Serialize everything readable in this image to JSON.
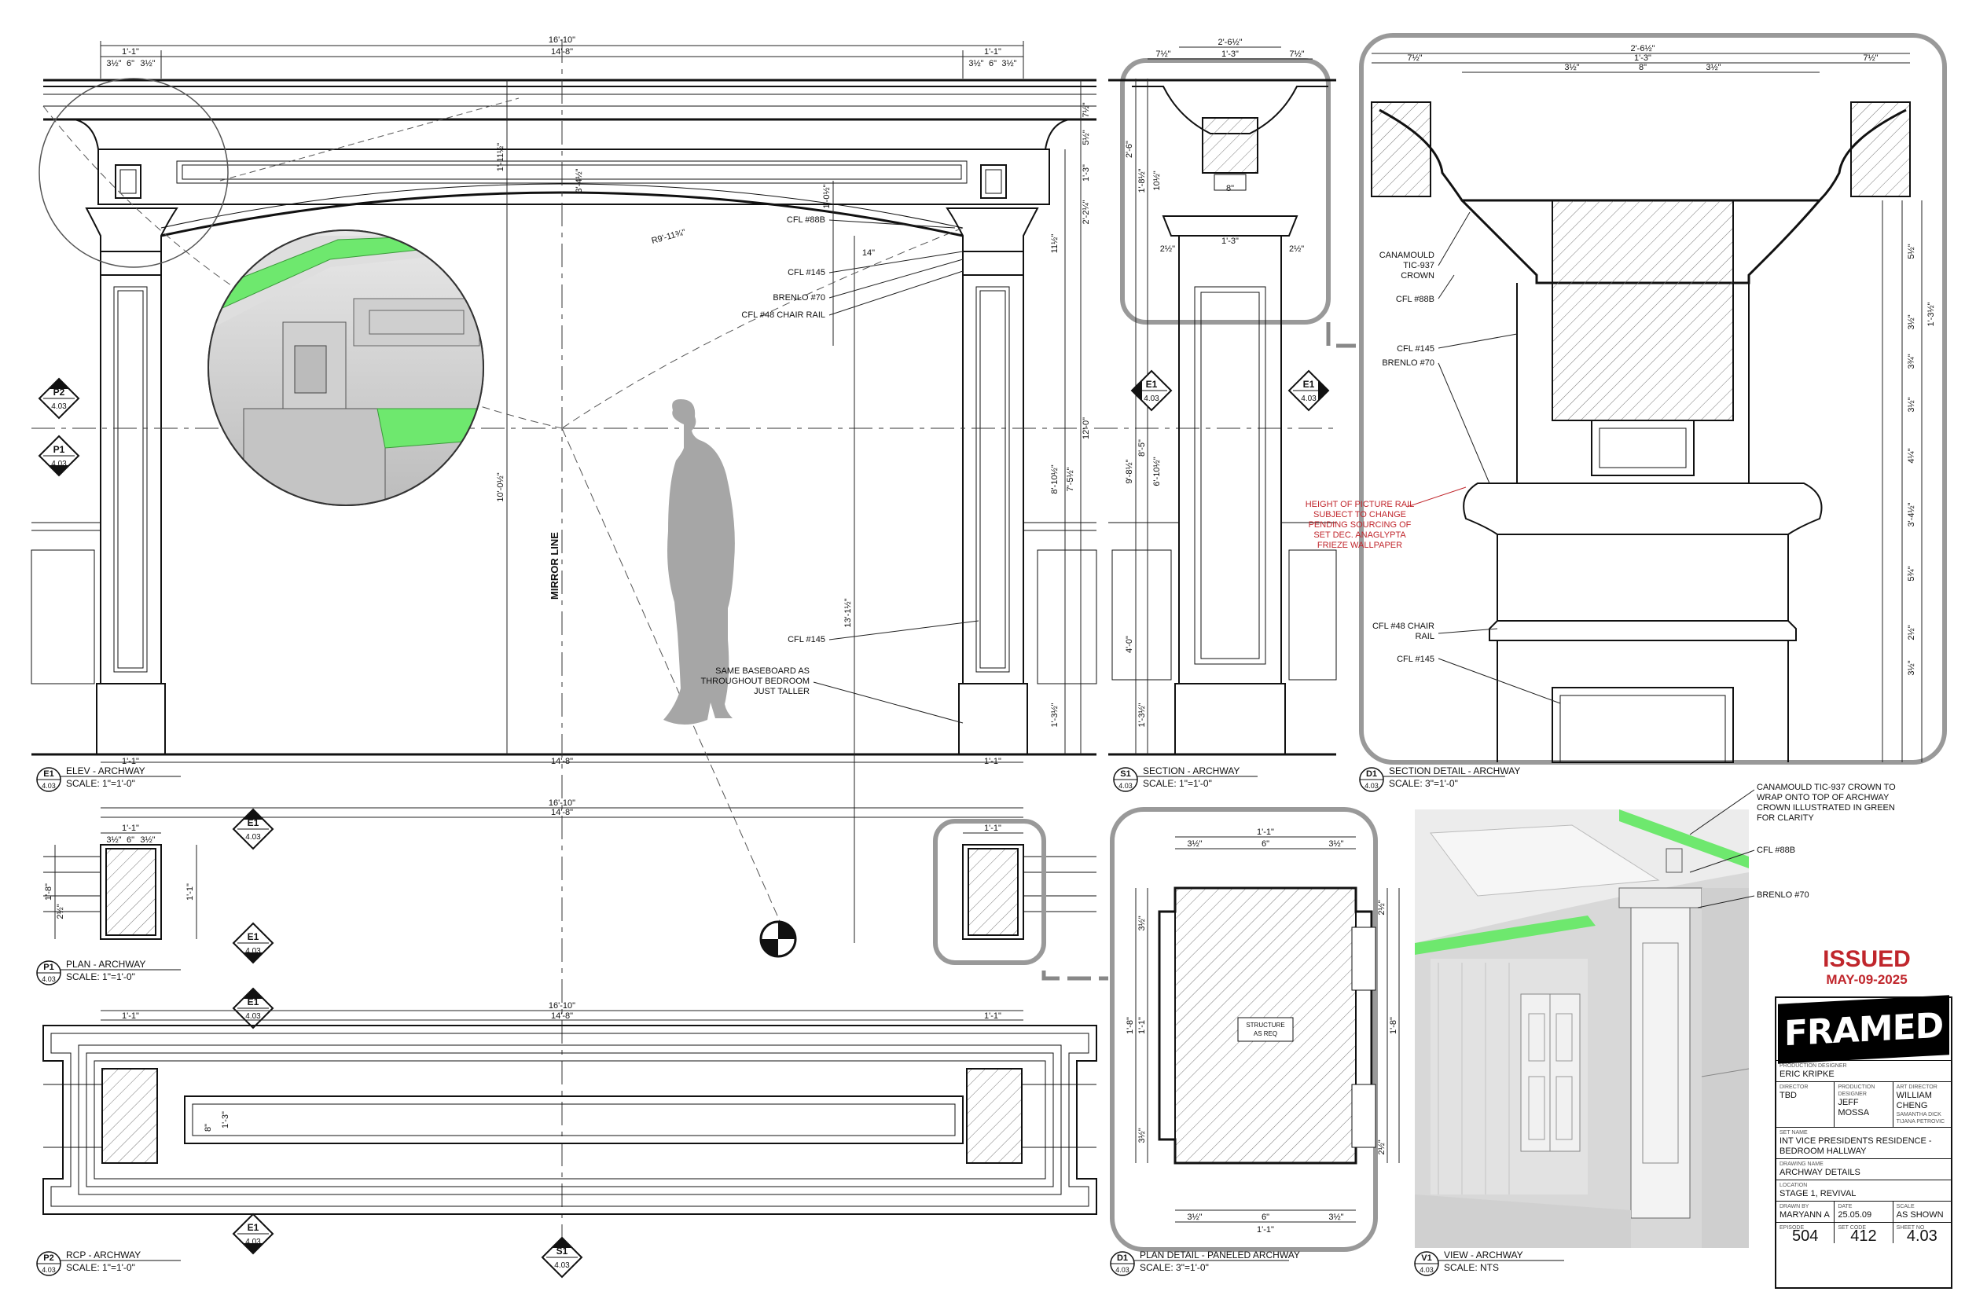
{
  "views": {
    "e1": {
      "code": "E1",
      "sheet": "4.03",
      "title": "ELEV - ARCHWAY",
      "scale": "SCALE: 1\"=1'-0\""
    },
    "s1": {
      "code": "S1",
      "sheet": "4.03",
      "title": "SECTION - ARCHWAY",
      "scale": "SCALE: 1\"=1'-0\""
    },
    "d1a": {
      "code": "D1",
      "sheet": "4.03",
      "title": "SECTION DETAIL - ARCHWAY",
      "scale": "SCALE: 3\"=1'-0\""
    },
    "p1": {
      "code": "P1",
      "sheet": "4.03",
      "title": "PLAN - ARCHWAY",
      "scale": "SCALE: 1\"=1'-0\""
    },
    "p2": {
      "code": "P2",
      "sheet": "4.03",
      "title": "RCP - ARCHWAY",
      "scale": "SCALE: 1\"=1'-0\""
    },
    "d1b": {
      "code": "D1",
      "sheet": "4.03",
      "title": "PLAN DETAIL - PANELED ARCHWAY",
      "scale": "SCALE: 3\"=1'-0\""
    },
    "v1": {
      "code": "V1",
      "sheet": "4.03",
      "title": "VIEW - ARCHWAY",
      "scale": "SCALE: NTS"
    }
  },
  "markers": {
    "p2": "P2",
    "p1": "P1",
    "e1": "E1",
    "s1": "S1",
    "sheet": "4.03"
  },
  "labels": {
    "mirror_line": "MIRROR LINE",
    "cfl_88b": "CFL #88B",
    "cfl_145": "CFL #145",
    "brenlo_70": "BRENLO #70",
    "cfl_48": "CFL #48 CHAIR RAIL",
    "baseboard": [
      "SAME BASEBOARD AS",
      "THROUGHOUT BEDROOM",
      "JUST TALLER"
    ],
    "canamould": [
      "CANAMOULD",
      "TIC-937",
      "CROWN"
    ],
    "cfl_48_two": [
      "CFL #48 CHAIR",
      "RAIL"
    ],
    "picture_rail": [
      "HEIGHT OF PICTURE RAIL",
      "SUBJECT TO CHANGE",
      "PENDING SOURCING OF",
      "SET DEC. ANAGLYPTA",
      "FRIEZE WALLPAPER"
    ],
    "structure": [
      "STRUCTURE",
      "AS REQ"
    ],
    "v1_note": [
      "CANAMOULD TIC-937 CROWN TO",
      "WRAP ONTO TOP OF ARCHWAY",
      "CROWN ILLUSTRATED IN GREEN",
      "FOR CLARITY"
    ],
    "v1_cfl_88b": "CFL #88B",
    "v1_brenlo": "BRENLO #70",
    "arc_radius": "R9'-11¾\""
  },
  "dims": {
    "e1_overall": "16'-10\"",
    "e1_inner": "14'-8\"",
    "e1_small": "1'-1\"",
    "e1_3half": "3½\"",
    "e1_6": "6\"",
    "e1_7half": "7½\"",
    "e1_5half": "5½\"",
    "e1_1_11half": "1'-11½\"",
    "e1_10half": "10½\"",
    "e1_3_4half": "3'-4½\"",
    "e1_1_0half": "1'-0½\"",
    "e1_14": "14\"",
    "e1_1_3": "1'-3\"",
    "e1_2_2quarter": "2'-2¼\"",
    "e1_11half": "11½\"",
    "e1_8_10half": "8'-10½\"",
    "e1_7_5half": "7'-5½\"",
    "e1_12_0": "12'-0\"",
    "e1_10_0half": "10'-0½\"",
    "e1_13_1": "13'-1½\"",
    "e1_1_3half": "1'-3½\"",
    "s1_2_6half": "2'-6½\"",
    "s1_7half": "7½\"",
    "s1_1_3": "1'-3\"",
    "s1_2_6": "2'-6\"",
    "s1_1_8half": "1'-8½\"",
    "s1_10half": "10½\"",
    "s1_9_8half": "9'-8½\"",
    "s1_8_5": "8'-5\"",
    "s1_6_10half": "6'-10½\"",
    "s1_4_0": "4'-0\"",
    "s1_1_3half": "1'-3½\"",
    "s1_2half": "2½\"",
    "s1_8": "8\"",
    "d1_2_6half": "2'-6½\"",
    "d1_7half": "7½\"",
    "d1_1_3": "1'-3\"",
    "d1_3half": "3½\"",
    "d1_8": "8\"",
    "d1_5half": "5½\"",
    "d1_1_3half": "1'-3½\"",
    "d1_3_3quarter": "3¾\"",
    "d1_4quarter": "4¼\"",
    "d1_3_4half": "3'-4½\"",
    "d1_5_3quarter": "5¾\"",
    "d1_2": "2½\"",
    "d1_3": "3½\"",
    "p1_1_1": "1'-1\"",
    "p1_6": "6\"",
    "p1_3half": "3½\"",
    "p1_1_8": "1'-8\"",
    "p1_1_1v": "1'-1\"",
    "p1_2half": "2½\"",
    "p2_overall": "16'-10\"",
    "p2_inner": "14'-8\"",
    "p2_1_1": "1'-1\"",
    "p2_1_3": "1'-3\"",
    "p2_8": "8\"",
    "pd_1_1": "1'-1\"",
    "pd_6": "6\"",
    "pd_3half": "3½\"",
    "pd_1_8": "1'-8\"",
    "pd_1_1v": "1'-1\"",
    "pd_2half": "2½\""
  },
  "issued": {
    "status": "ISSUED",
    "date": "MAY-09-2025"
  },
  "titleblock": {
    "logo": "FRAMED",
    "designer_cap": "PRODUCTION DESIGNER",
    "designer": "ERIC KRIPKE",
    "director_cap": "DIRECTOR",
    "director": "TBD",
    "pd_cap": "PRODUCTION DESIGNER",
    "pd": "JEFF MOSSA",
    "ad_cap": "ART DIRECTOR",
    "ad": "WILLIAM CHENG",
    "ad2": "SAMANTHA DICK",
    "ad3": "TIJANA PETROVIC",
    "set_cap": "SET NAME",
    "set": "INT VICE PRESIDENTS RESIDENCE - BEDROOM HALLWAY",
    "draw_cap": "DRAWING NAME",
    "draw": "ARCHWAY DETAILS",
    "stage_cap": "LOCATION",
    "stage": "STAGE 1, REVIVAL",
    "drawn_cap": "DRAWN BY",
    "drawn": "MARYANN A",
    "date_cap": "DATE",
    "date": "25.05.09",
    "scale_cap": "SCALE",
    "scale": "AS SHOWN",
    "ep_cap": "EPISODE",
    "ep": "504",
    "set_no_cap": "SET CODE",
    "set_no": "412",
    "sheet_cap": "SHEET NO",
    "sheet": "4.03"
  },
  "colors": {
    "green": "#6ee86e",
    "red": "#c0262c",
    "line": "#111111",
    "figure": "#a6a6a6"
  }
}
